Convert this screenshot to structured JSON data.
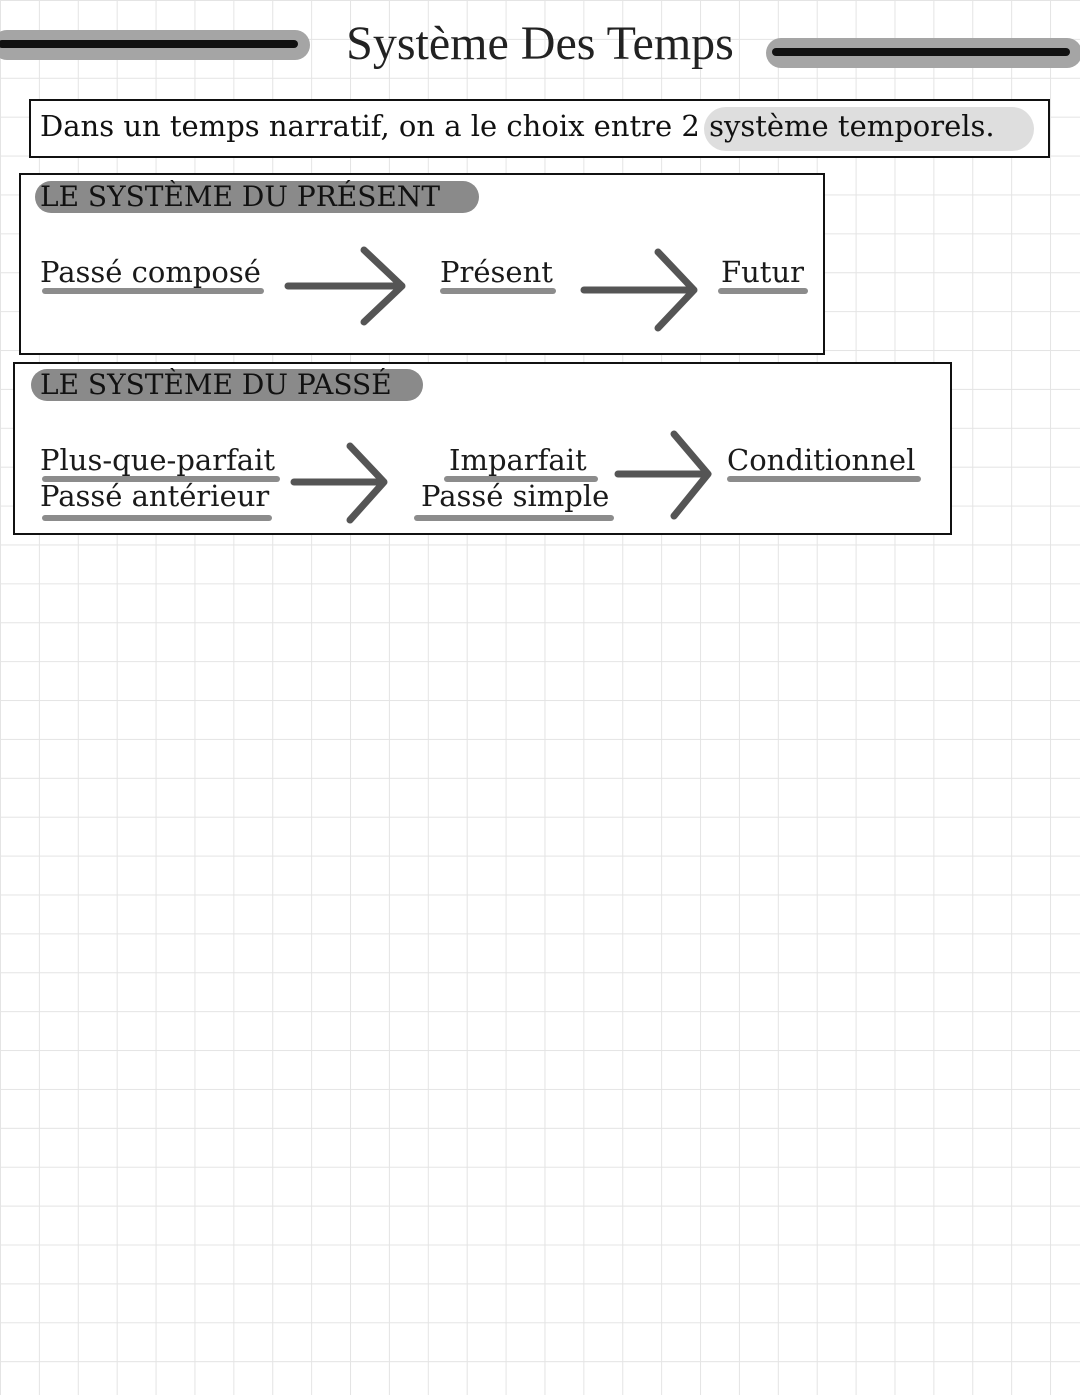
{
  "title": "Système Des Temps",
  "intro": "Dans un temps narratif, on a le choix entre 2 système temporels.",
  "sections": [
    {
      "title": "LE SYSTÈME DU PRÉSENT",
      "tenses": {
        "before": [
          "Passé composé"
        ],
        "middle": [
          "Présent"
        ],
        "after": [
          "Futur"
        ]
      }
    },
    {
      "title": "LE SYSTÈME DU PASSÉ",
      "tenses": {
        "before": [
          "Plus-que-parfait",
          "Passé antérieur"
        ],
        "middle": [
          "Imparfait",
          "Passé simple"
        ],
        "after": [
          "Conditionnel"
        ]
      }
    }
  ],
  "colors": {
    "highlight": "#8a8a8a",
    "underline": "#8c8c8c",
    "arrow": "#555555",
    "grid": "#e4e4e4"
  },
  "icons": {
    "arrow": "arrow-right-icon"
  }
}
